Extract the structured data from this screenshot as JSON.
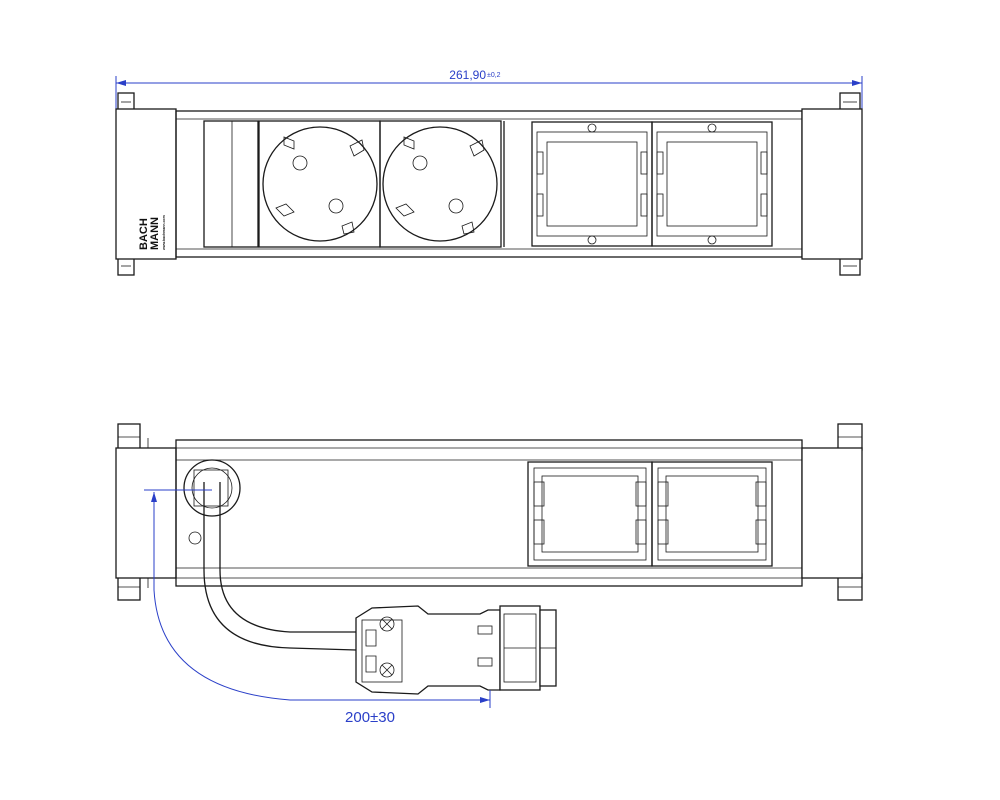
{
  "dimensions": {
    "length_value": "261,90",
    "length_tolerance": "±0,2",
    "cable_length": "200±30"
  },
  "branding": {
    "line1": "BACH",
    "line2": "MANN",
    "website": "www.bachmann.com"
  },
  "colors": {
    "dimension": "#2a3fc8",
    "line": "#1a1a1a"
  }
}
